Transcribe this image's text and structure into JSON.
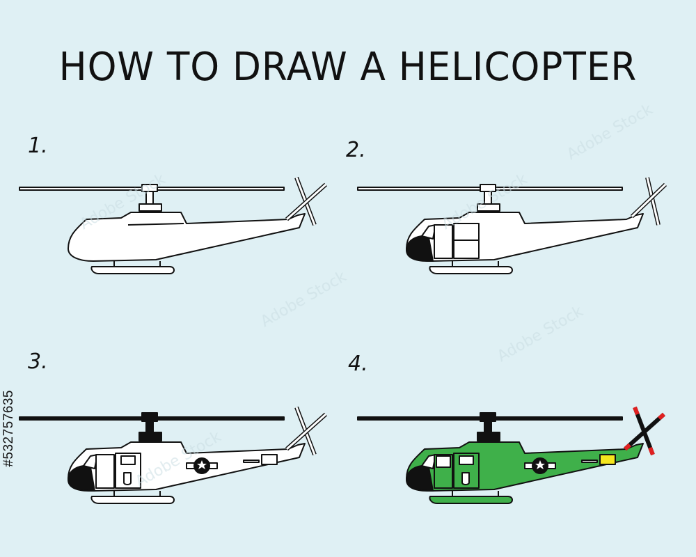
{
  "title": "HOW TO DRAW A HELICOPTER",
  "steps": [
    {
      "number": "1."
    },
    {
      "number": "2."
    },
    {
      "number": "3."
    },
    {
      "number": "4."
    }
  ],
  "stock_id": "#532757635",
  "watermark": "Adobe Stock",
  "colors": {
    "background": "#dff0f4",
    "outline": "#111111",
    "body_fill": "#ffffff",
    "green": "#3fb04a",
    "yellow": "#f5e61e",
    "rotor_tip": "#e02020"
  }
}
